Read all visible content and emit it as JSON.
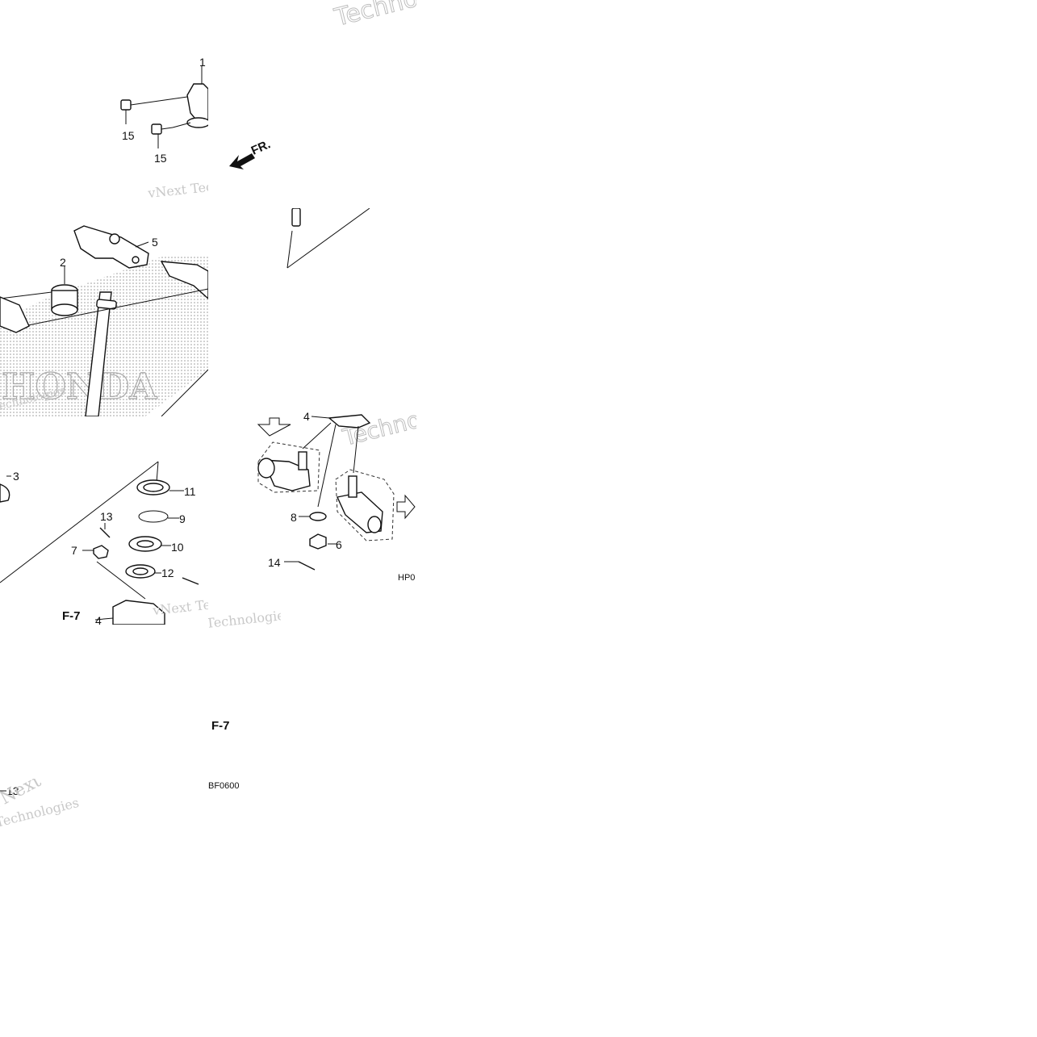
{
  "diagram": {
    "callouts": [
      "1",
      "15",
      "15",
      "5",
      "2",
      "3",
      "11",
      "9",
      "13",
      "10",
      "7",
      "12",
      "4",
      "4",
      "8",
      "6",
      "14",
      "13"
    ],
    "refs": [
      "F-7",
      "F-7"
    ],
    "codes": [
      "HP0",
      "BF0600"
    ],
    "direction_label": "FR.",
    "watermarks": [
      "vNext Technologies",
      "Technologies",
      "Technologies",
      "vNext",
      "Technologies"
    ],
    "logo_text": "HONDA"
  },
  "colors": {
    "line": "#111111",
    "watermark": "#c9c9c9",
    "screen": "#777777"
  }
}
